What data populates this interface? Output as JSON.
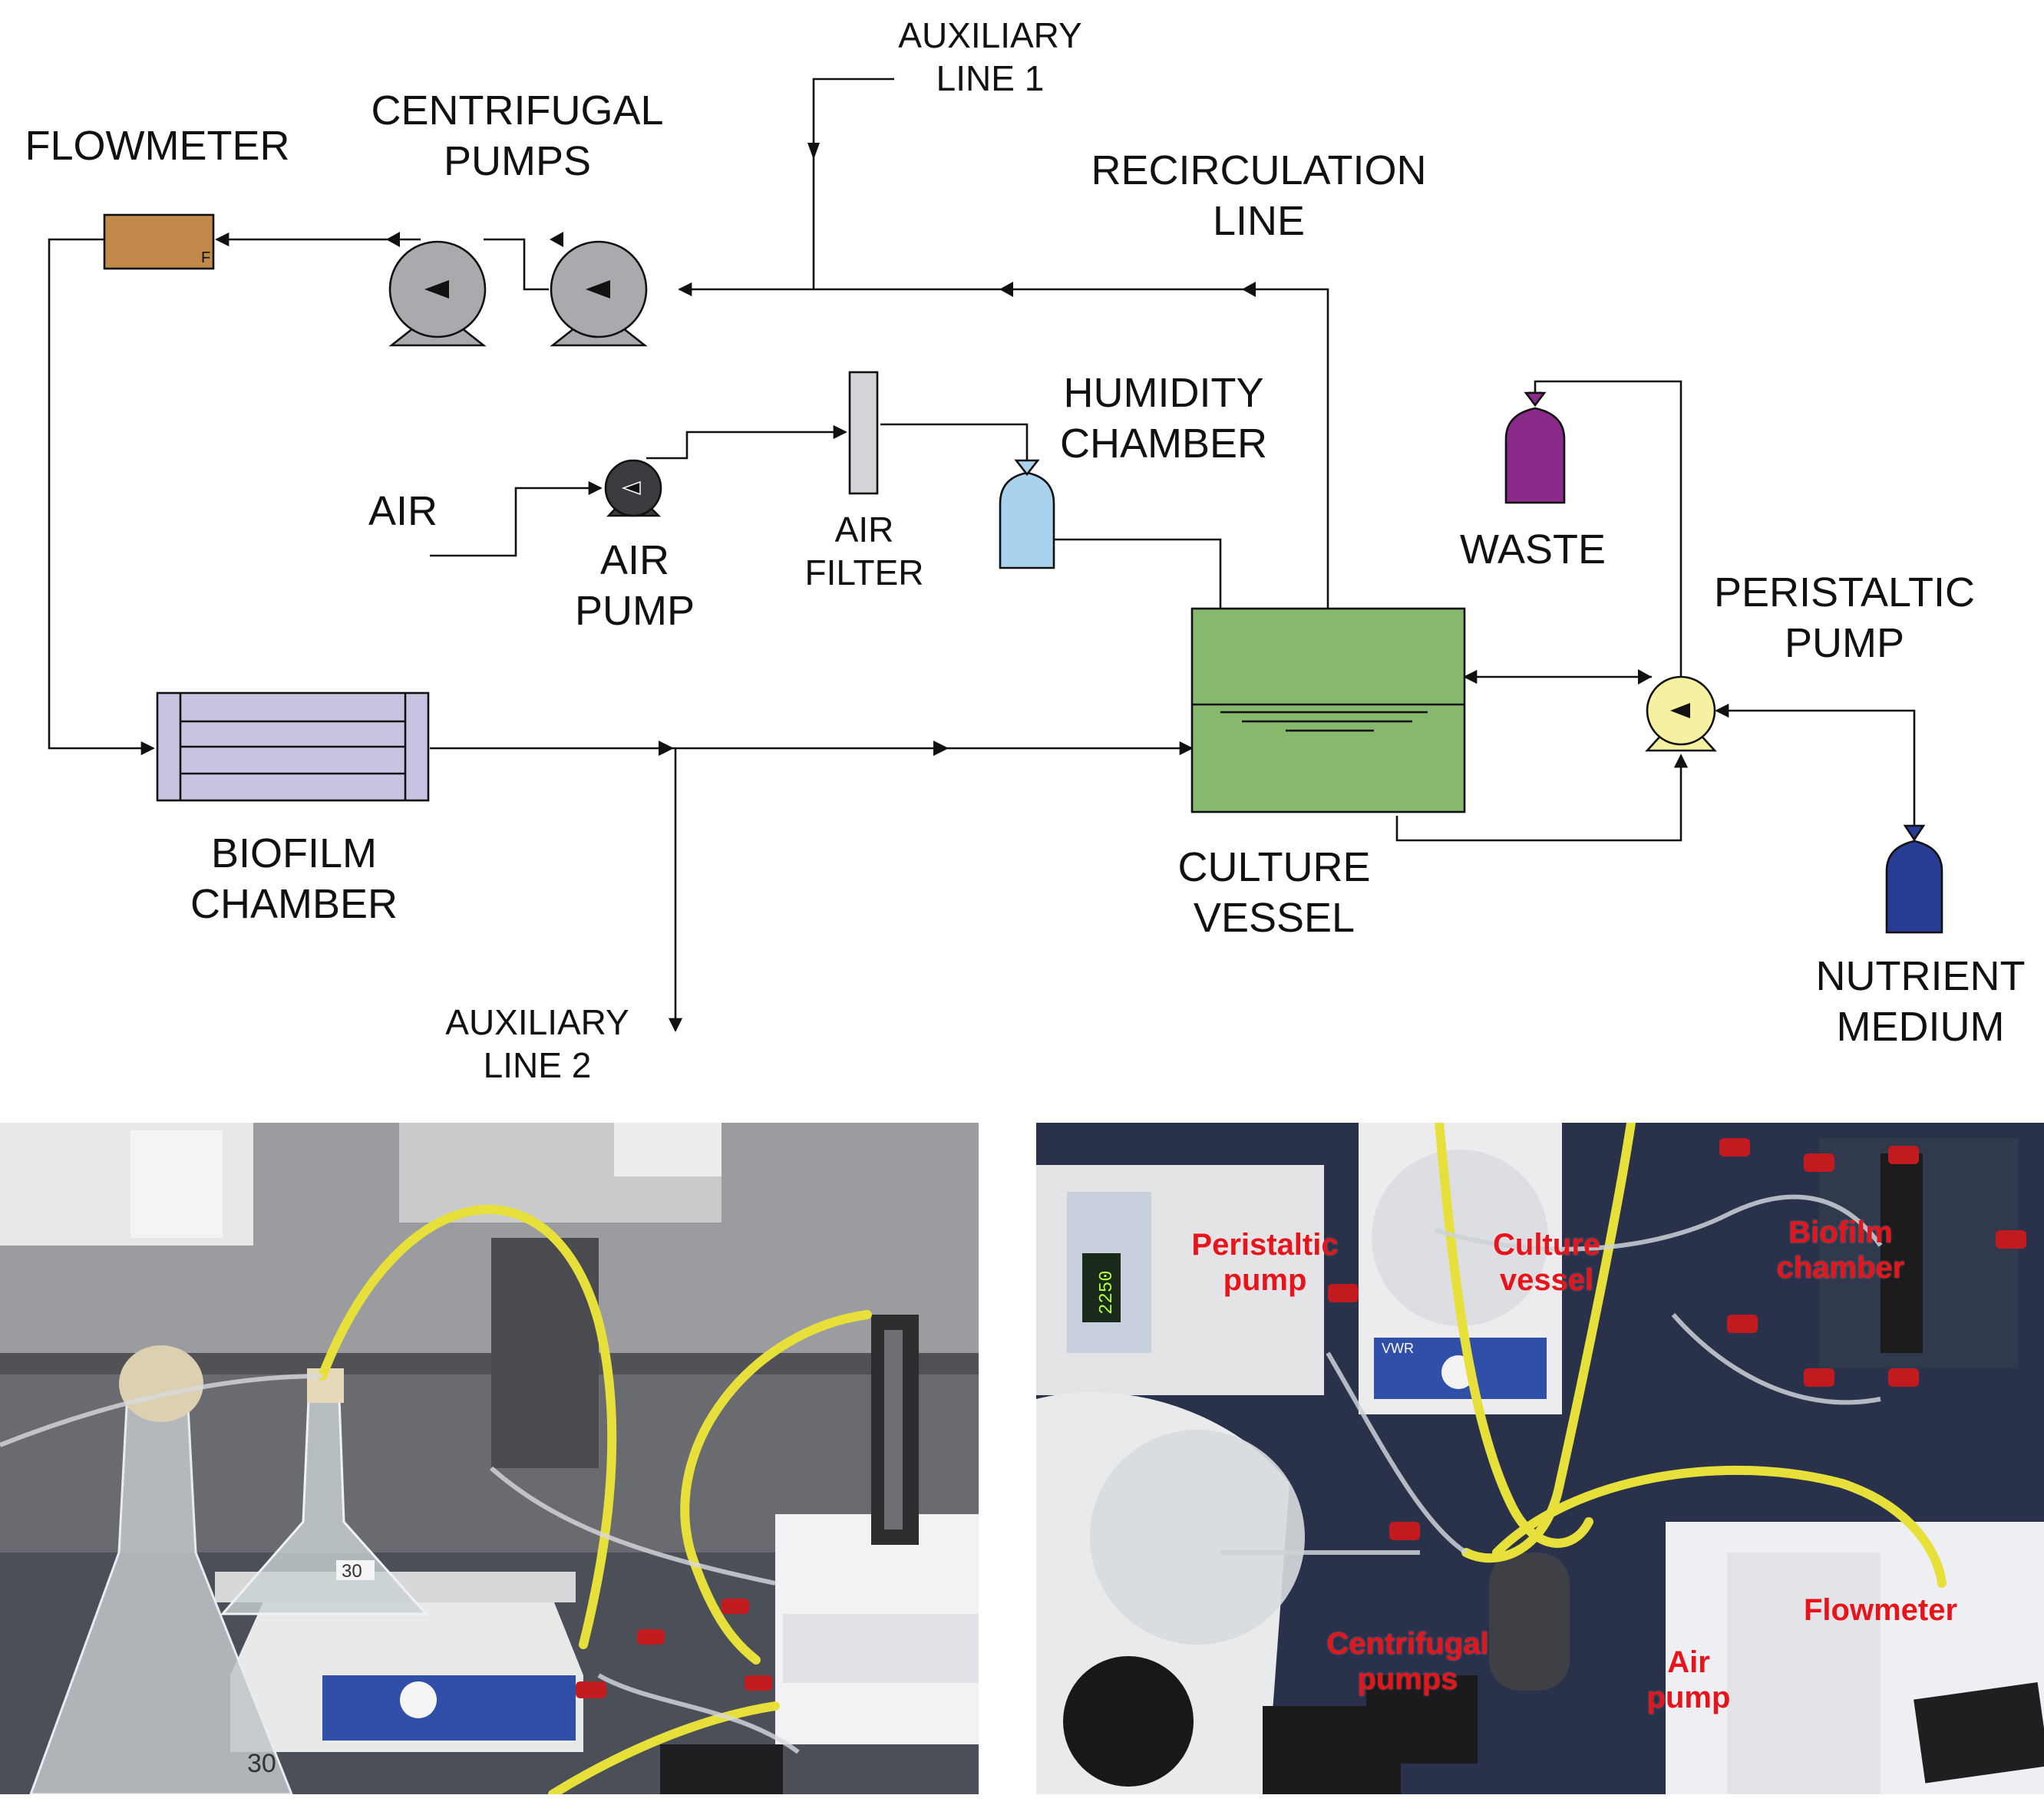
{
  "diagram": {
    "labels": {
      "flowmeter": "FLOWMETER",
      "centrifugal_pumps": "CENTRIFUGAL\nPUMPS",
      "auxiliary_line_1": "AUXILIARY\nLINE 1",
      "recirculation_line": "RECIRCULATION\nLINE",
      "humidity_chamber": "HUMIDITY\nCHAMBER",
      "air": "AIR",
      "air_pump": "AIR\nPUMP",
      "air_filter": "AIR\nFILTER",
      "waste": "WASTE",
      "peristaltic_pump": "PERISTALTIC\nPUMP",
      "biofilm_chamber": "BIOFILM\nCHAMBER",
      "culture_vessel": "CULTURE\nVESSEL",
      "nutrient_medium": "NUTRIENT\nMEDIUM",
      "auxiliary_line_2": "AUXILIARY\nLINE 2",
      "flowmeter_mark": "F"
    },
    "colors": {
      "flowmeter": "#c28a4a",
      "centrifugal_pump": "#a9a9ae",
      "air_pump": "#3c3c40",
      "air_filter": "#d3d3d8",
      "humidity_chamber": "#a8d2ee",
      "waste": "#8a2a8a",
      "peristaltic_pump": "#f6f1a0",
      "culture_vessel": "#86b86e",
      "biofilm_chamber": "#c9c3e2",
      "nutrient_medium": "#283c96"
    }
  },
  "photos": {
    "right_labels": {
      "peristaltic_pump": "Peristaltic\npump",
      "culture_vessel": "Culture\nvessel",
      "biofilm_chamber": "Biofilm\nchamber",
      "flowmeter": "Flowmeter",
      "centrifugal_pumps": "Centrifugal\npumps",
      "air_pump": "Air\npump"
    },
    "left_marks": {
      "flask_number_top": "30",
      "flask_number_bottom": "30"
    },
    "right_marks": {
      "display_value": "2250",
      "stirrer_brand": "VWR"
    }
  }
}
